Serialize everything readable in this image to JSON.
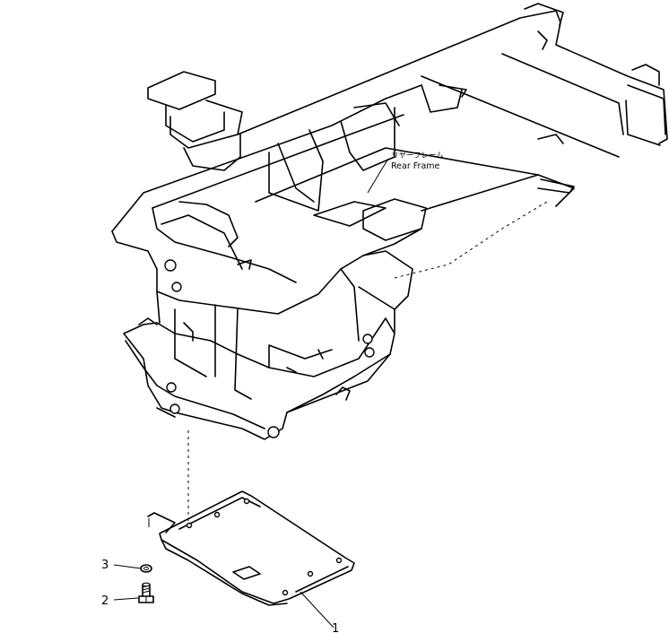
{
  "diagram": {
    "frame_label_jp": "リヤーフレーム",
    "frame_label_en": "Rear Frame",
    "callouts": [
      {
        "number": "1",
        "part": "cover-plate"
      },
      {
        "number": "2",
        "part": "bolt"
      },
      {
        "number": "3",
        "part": "washer"
      }
    ]
  }
}
